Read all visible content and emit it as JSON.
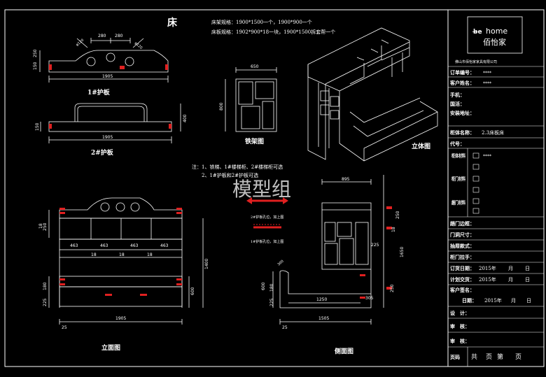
{
  "drawing": {
    "title": "床",
    "spec_line1": "床架规格：1900*1500一个，1900*900一个",
    "spec_line2": "床板规格：1902*900*18一块，1900*1500拆套帮一个",
    "note_line1": "注：1、铁梯、1#楼梯柜、2#楼梯柜可选",
    "note_line2": "2、1#护板和2#护板可选",
    "watermark": "模型组",
    "legend1": "2#护板孔位，如上图",
    "legend2": "1#护板孔位，如上图",
    "views": {
      "guard1": "1#护板",
      "guard2": "2#护板",
      "iron": "铁架图",
      "iso": "立体图",
      "front": "立面图",
      "side": "侧面图"
    },
    "dims": {
      "g1_w": "1905",
      "g1_280a": "280",
      "g1_280b": "280",
      "g1_h1": "150",
      "g1_h2": "250",
      "g1_r1": "φ120",
      "g1_r2": "φ120",
      "g2_w": "1905",
      "g2_h": "150",
      "g2_400": "400",
      "iron_w": "650",
      "iron_h": "800",
      "f_463a": "463",
      "f_463b": "463",
      "f_463c": "463",
      "f_463d": "463",
      "f_18a": "18",
      "f_18b": "18",
      "f_18c": "18",
      "f_18d": "18",
      "f_250": "250",
      "f_1400": "1400",
      "f_600": "600",
      "f_180": "180",
      "f_225": "225",
      "f_1905": "1905",
      "f_25": "25",
      "s_895": "895",
      "s_250": "250",
      "s_180": "180",
      "s_225": "225",
      "s_1650": "1650",
      "s_1250": "1250",
      "s_305": "305",
      "s_1505": "1505",
      "s_25": "25",
      "s_600": "600",
      "s_250b": "250",
      "s_300": "300",
      "s_18": "18"
    }
  },
  "titleblock": {
    "logo_text": "home",
    "logo_cn": "佰怡家",
    "company": "佛山市佰怡家家具有限公司",
    "rows": [
      {
        "label": "订单编号：",
        "value": "****"
      },
      {
        "label": "客户姓名：",
        "value": "****"
      },
      {
        "label": "手机：",
        "value": ""
      },
      {
        "label": "国活：",
        "value": ""
      },
      {
        "label": "安装地址：",
        "value": ""
      },
      {
        "label": "柜体名称：",
        "value": "2.3床板床"
      },
      {
        "label": "代号：",
        "value": ""
      }
    ],
    "materials": [
      {
        "label": "柜体材料",
        "value": "****"
      },
      {
        "label": "柜门材料",
        "value": ""
      },
      {
        "label": "趟门材料",
        "value": ""
      }
    ],
    "extra": [
      "趟门边框：",
      "门洞尺寸：",
      "抽屉款式：",
      "柜门拉手："
    ],
    "dates": [
      {
        "label": "订货日期：",
        "year": "2015年",
        "m": "月",
        "d": "日"
      },
      {
        "label": "计划交货：",
        "year": "2015年",
        "m": "月",
        "d": "日"
      }
    ],
    "sign_label": "客户签名：",
    "sign_date": {
      "label": "日期：",
      "year": "2015年",
      "m": "月",
      "d": "日"
    },
    "design": "设　计：",
    "check": "审　核：",
    "audit": "审　核：",
    "page": {
      "label": "页码",
      "gong": "共",
      "ye": "页",
      "di": "第",
      "ye2": "页"
    }
  }
}
